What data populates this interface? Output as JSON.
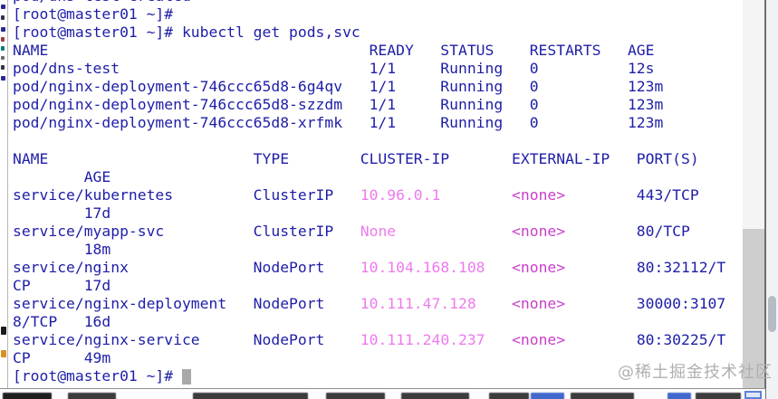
{
  "colors": {
    "text": "#1e1ea8",
    "cluster_ip": "#ee7aee",
    "external_ip_none": "#ca3fca",
    "cursor": "#a9a9a9",
    "watermark": "#b0b0b0"
  },
  "terminal": {
    "prompt": "[root@master01 ~]#",
    "command": "kubectl get pods,svc",
    "lines": [
      {
        "segs": [
          [
            "pod/dns-test created",
            "b"
          ]
        ]
      },
      {
        "segs": [
          [
            "[root@master01 ~]# ",
            "b"
          ]
        ]
      },
      {
        "segs": [
          [
            "[root@master01 ~]# kubectl get pods,svc",
            "b"
          ]
        ]
      },
      {
        "segs": [
          [
            "NAME                                    READY   STATUS    RESTARTS   AGE",
            "b"
          ]
        ]
      },
      {
        "segs": [
          [
            "pod/dns-test                            1/1     Running   0          12s",
            "b"
          ]
        ]
      },
      {
        "segs": [
          [
            "pod/nginx-deployment-746ccc65d8-6g4qv   1/1     Running   0          123m",
            "b"
          ]
        ]
      },
      {
        "segs": [
          [
            "pod/nginx-deployment-746ccc65d8-szzdm   1/1     Running   0          123m",
            "b"
          ]
        ]
      },
      {
        "segs": [
          [
            "pod/nginx-deployment-746ccc65d8-xrfmk   1/1     Running   0          123m",
            "b"
          ]
        ]
      },
      {
        "segs": [
          [
            "",
            "b"
          ]
        ]
      },
      {
        "segs": [
          [
            "NAME                       TYPE        CLUSTER-IP       EXTERNAL-IP   PORT(S)",
            "b"
          ]
        ]
      },
      {
        "segs": [
          [
            "        AGE",
            "b"
          ]
        ]
      },
      {
        "segs": [
          [
            "service/kubernetes         ClusterIP   ",
            "b"
          ],
          [
            "10.96.0.1",
            "p"
          ],
          [
            "        ",
            "b"
          ],
          [
            "<none>",
            "m"
          ],
          [
            "        443/TCP",
            "b"
          ]
        ]
      },
      {
        "segs": [
          [
            "        17d",
            "b"
          ]
        ]
      },
      {
        "segs": [
          [
            "service/myapp-svc          ClusterIP   ",
            "b"
          ],
          [
            "None",
            "p"
          ],
          [
            "             ",
            "b"
          ],
          [
            "<none>",
            "m"
          ],
          [
            "        80/TCP",
            "b"
          ]
        ]
      },
      {
        "segs": [
          [
            "        18m",
            "b"
          ]
        ]
      },
      {
        "segs": [
          [
            "service/nginx              NodePort    ",
            "b"
          ],
          [
            "10.104.168.108",
            "p"
          ],
          [
            "   ",
            "b"
          ],
          [
            "<none>",
            "m"
          ],
          [
            "        80:32112/T",
            "b"
          ]
        ]
      },
      {
        "segs": [
          [
            "CP      17d",
            "b"
          ]
        ]
      },
      {
        "segs": [
          [
            "service/nginx-deployment   NodePort    ",
            "b"
          ],
          [
            "10.111.47.128",
            "p"
          ],
          [
            "    ",
            "b"
          ],
          [
            "<none>",
            "m"
          ],
          [
            "        30000:3107",
            "b"
          ]
        ]
      },
      {
        "segs": [
          [
            "8/TCP   16d",
            "b"
          ]
        ]
      },
      {
        "segs": [
          [
            "service/nginx-service      NodePort    ",
            "b"
          ],
          [
            "10.111.240.237",
            "p"
          ],
          [
            "   ",
            "b"
          ],
          [
            "<none>",
            "m"
          ],
          [
            "        80:30225/T",
            "b"
          ]
        ]
      },
      {
        "segs": [
          [
            "CP      49m",
            "b"
          ]
        ]
      },
      {
        "segs": [
          [
            "[root@master01 ~]# ",
            "b"
          ]
        ],
        "cursor": true
      }
    ]
  },
  "watermark": {
    "text": "@稀土掘金技术社区"
  }
}
